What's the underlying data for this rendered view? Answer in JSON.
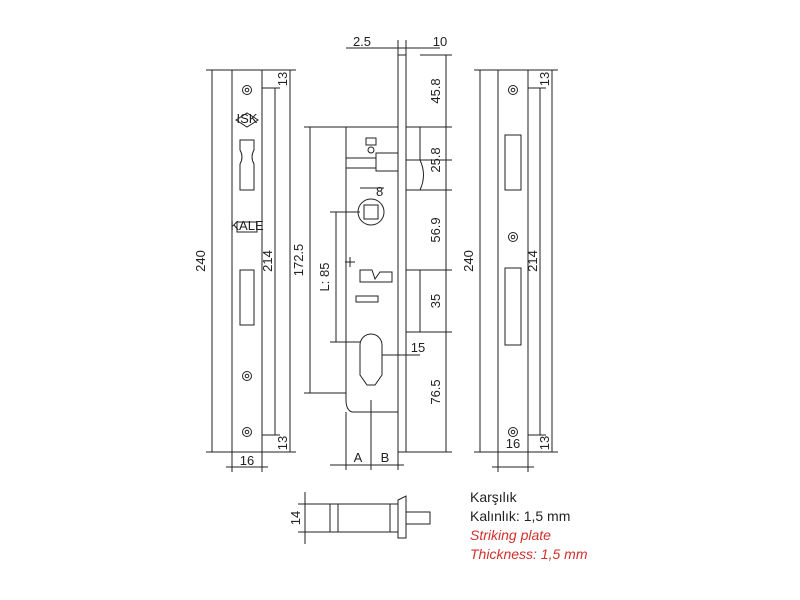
{
  "diagram": {
    "left_plate": {
      "overall": "240",
      "inner": "214",
      "top": "13",
      "bottom": "13",
      "width": "16",
      "logo_top": "ISK",
      "logo_mid": "KALE"
    },
    "lock_body": {
      "backset_a": "2.5",
      "faceplate": "10",
      "height": "172.5",
      "latch_to_top": "45.8",
      "latch_to_bolt": "25.8",
      "follower": "8",
      "spindle_to_bolt": "56.9",
      "center_distance": "L: 85",
      "bolt_to_cyl": "35",
      "cyl_offset": "15",
      "cyl_to_bottom": "76.5",
      "a": "A",
      "b": "B"
    },
    "right_plate": {
      "overall": "240",
      "inner": "214",
      "top": "13",
      "bottom": "13",
      "width": "16"
    },
    "side_view": {
      "height": "14"
    }
  },
  "caption": {
    "tr_title": "Karşılık",
    "tr_thickness": "Kalınlık: 1,5 mm",
    "en_title": "Striking plate",
    "en_thickness": "Thickness: 1,5 mm"
  },
  "colors": {
    "line": "#222222",
    "accent": "#d0312d"
  }
}
